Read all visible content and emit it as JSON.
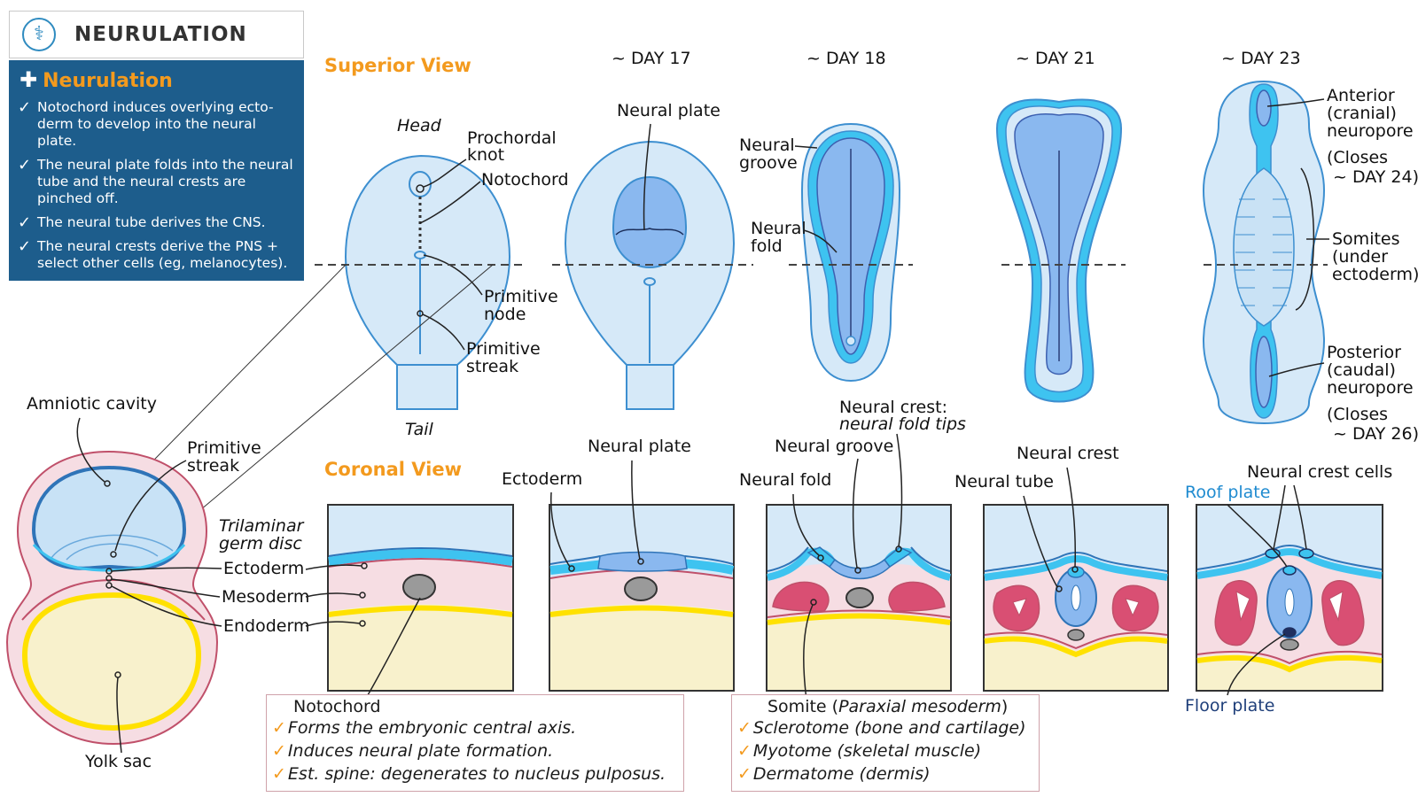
{
  "header": {
    "title": "NEURULATION",
    "icon": "caduceus-icon"
  },
  "info": {
    "heading": "Neurulation",
    "items": [
      "Notochord induces overlying ecto-derm to develop into the neural plate.",
      "The neural plate folds into the neural tube and the neural crests are pinched off.",
      "The neural tube derives the CNS.",
      "The neural crests  derive the PNS + select other cells (eg, melanocytes)."
    ]
  },
  "views": {
    "superior": "Superior View",
    "coronal": "Coronal View"
  },
  "days": [
    "~ DAY 17",
    "~ DAY 18",
    "~ DAY 21",
    "~ DAY 23"
  ],
  "labels": {
    "head": "Head",
    "tail": "Tail",
    "prochordal_knot": [
      "Prochordal",
      "knot"
    ],
    "notochord": "Notochord",
    "primitive_node": [
      "Primitive",
      "node"
    ],
    "primitive_streak": [
      "Primitive",
      "streak"
    ],
    "neural_plate_superior": "Neural plate",
    "neural_groove": [
      "Neural",
      "groove"
    ],
    "neural_fold": [
      "Neural",
      "fold"
    ],
    "anterior_neuropore": [
      "Anterior",
      "(cranial)",
      "neuropore"
    ],
    "anterior_closes": [
      "(Closes",
      "~ DAY 24)"
    ],
    "somites": [
      "Somites",
      "(under",
      "ectoderm)"
    ],
    "posterior_neuropore": [
      "Posterior",
      "(caudal)",
      "neuropore"
    ],
    "posterior_closes": [
      "(Closes",
      "~ DAY 26)"
    ],
    "amniotic_cavity": "Amniotic cavity",
    "primitive_streak_left": [
      "Primitive",
      "streak"
    ],
    "trilaminar": [
      "Trilaminar",
      "germ disc"
    ],
    "ectoderm": "Ectoderm",
    "mesoderm": "Mesoderm",
    "endoderm": "Endoderm",
    "yolk_sac": "Yolk sac",
    "ectoderm_coronal": "Ectoderm",
    "neural_plate_coronal": "Neural plate",
    "neural_crest_tips": [
      "Neural crest:",
      "neural fold tips"
    ],
    "neural_groove_coronal": "Neural groove",
    "neural_fold_coronal": "Neural fold",
    "neural_tube": "Neural tube",
    "neural_crest": "Neural crest",
    "neural_crest_cells": "Neural crest cells",
    "roof_plate": "Roof plate",
    "floor_plate": "Floor plate"
  },
  "notochord_note": {
    "title": "Notochord",
    "items": [
      "Forms the embryonic central axis.",
      "Induces neural plate formation.",
      "Est. spine: degenerates to nucleus pulposus."
    ]
  },
  "somite_note": {
    "title_plain": "Somite (",
    "title_italic": "Paraxial mesoderm",
    "title_close": ")",
    "items": [
      "Sclerotome (bone and cartilage)",
      "Myotome (skeletal muscle)",
      "Dermatome (dermis)"
    ]
  },
  "colors": {
    "accent": "#f39a1e",
    "info_bg": "#1d5d8c",
    "light_blue": "#d6e9f8",
    "mid_blue": "#8ab8ef",
    "cyan": "#3ec3f0",
    "outline_blue": "#3d8fd0",
    "pink": "#f6dde3",
    "magenta": "#d94f73",
    "yellow": "#ffe100",
    "yolk": "#f8f1cc",
    "gray": "#9a9a9a",
    "roof_floor": "#1f8bd0"
  }
}
